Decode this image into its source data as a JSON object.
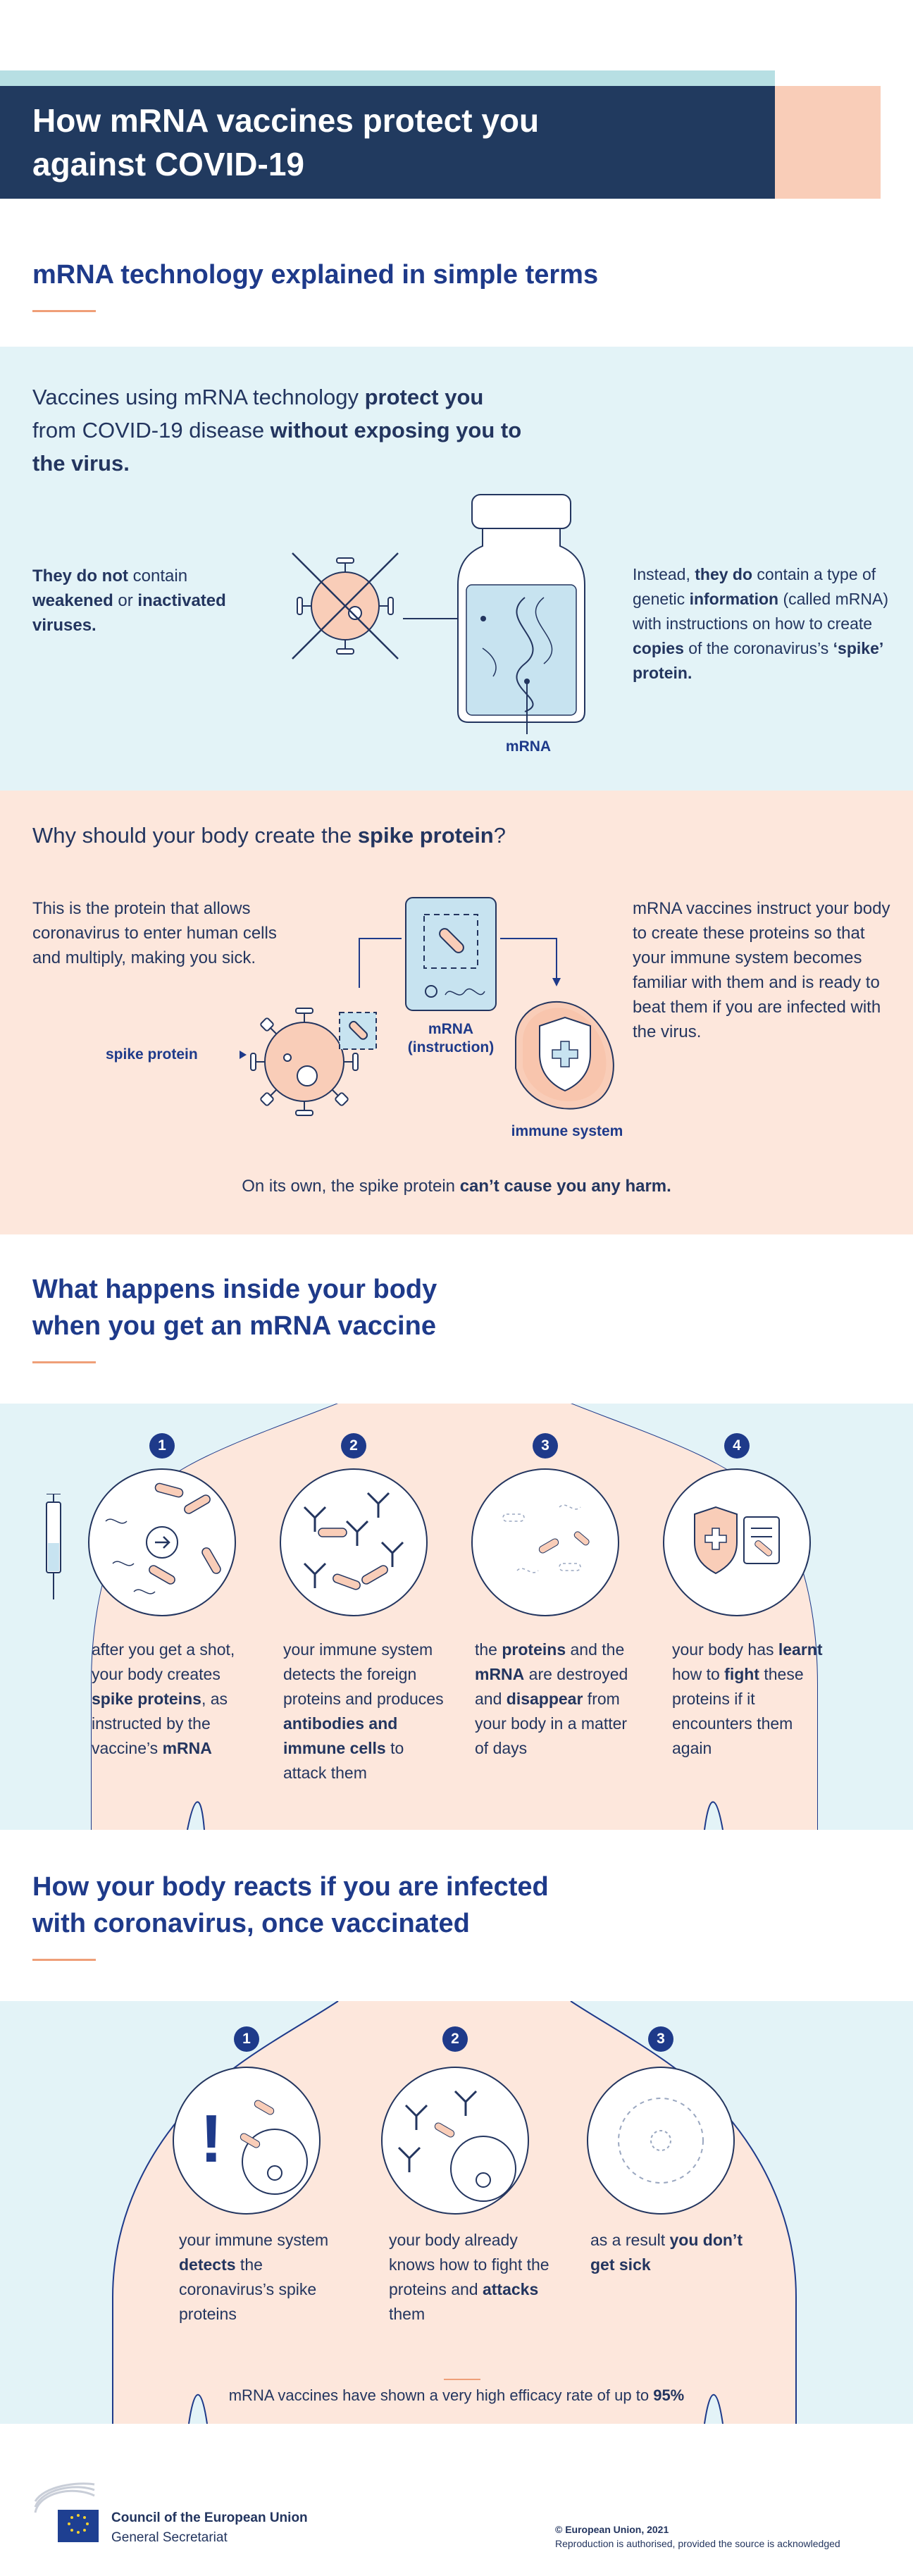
{
  "header": {
    "title_line1": "How mRNA vaccines protect you",
    "title_line2": "against COVID-19"
  },
  "section1": {
    "title": "mRNA technology explained in simple terms",
    "lead": [
      {
        "t": "Vaccines using mRNA technology ",
        "b": false
      },
      {
        "t": "protect you",
        "b": true
      },
      {
        "t": " from COVID-19 disease ",
        "b": false
      },
      {
        "t": "without exposing you to the virus.",
        "b": true
      }
    ],
    "left": [
      {
        "t": "They do not",
        "b": true
      },
      {
        "t": " contain ",
        "b": false
      },
      {
        "t": "weakened",
        "b": true
      },
      {
        "t": " or ",
        "b": false
      },
      {
        "t": "inactivated viruses.",
        "b": true
      }
    ],
    "right": [
      {
        "t": "Instead, ",
        "b": false
      },
      {
        "t": "they do",
        "b": true
      },
      {
        "t": " contain a type of genetic ",
        "b": false
      },
      {
        "t": "information",
        "b": true
      },
      {
        "t": " (called mRNA) with instructions on how to create ",
        "b": false
      },
      {
        "t": "copies",
        "b": true
      },
      {
        "t": " of the coronavirus’s ",
        "b": false
      },
      {
        "t": "‘spike’ protein.",
        "b": true
      }
    ],
    "mrna_label": "mRNA"
  },
  "section2": {
    "title_pre": "Why should your body create the ",
    "title_bold": "spike protein",
    "title_post": "?",
    "left": "This is the protein that allows coronavirus to enter human cells and multiply, making you sick.",
    "right": "mRNA vaccines instruct your body to create these proteins so that your immune system becomes familiar with them and is ready to beat them if you are infected with the virus.",
    "spike_label": "spike protein",
    "mrna_label_line1": "mRNA",
    "mrna_label_line2": "(instruction)",
    "immune_label": "immune system",
    "bottom_pre": "On its own, the spike protein ",
    "bottom_bold": "can’t cause you any harm."
  },
  "section3": {
    "title_line1": "What happens inside your body",
    "title_line2": "when you get an mRNA vaccine",
    "steps": [
      {
        "num": "1",
        "parts": [
          {
            "t": "after you get a shot, your body creates ",
            "b": false
          },
          {
            "t": "spike proteins",
            "b": true
          },
          {
            "t": ", as instructed by the vaccine’s ",
            "b": false
          },
          {
            "t": "mRNA",
            "b": true
          }
        ]
      },
      {
        "num": "2",
        "parts": [
          {
            "t": "your immune system detects the foreign proteins and produces ",
            "b": false
          },
          {
            "t": "antibodies and immune cells",
            "b": true
          },
          {
            "t": " to attack them",
            "b": false
          }
        ]
      },
      {
        "num": "3",
        "parts": [
          {
            "t": "the ",
            "b": false
          },
          {
            "t": "proteins",
            "b": true
          },
          {
            "t": " and the ",
            "b": false
          },
          {
            "t": "mRNA",
            "b": true
          },
          {
            "t": " are destroyed and ",
            "b": false
          },
          {
            "t": "disappear",
            "b": true
          },
          {
            "t": " from your body in a matter of days",
            "b": false
          }
        ]
      },
      {
        "num": "4",
        "parts": [
          {
            "t": "your body has ",
            "b": false
          },
          {
            "t": "learnt",
            "b": true
          },
          {
            "t": " how to ",
            "b": false
          },
          {
            "t": "fight",
            "b": true
          },
          {
            "t": " these proteins if it encounters them again",
            "b": false
          }
        ]
      }
    ]
  },
  "section4": {
    "title_line1": "How your body reacts if you are infected",
    "title_line2": "with coronavirus, once vaccinated",
    "steps": [
      {
        "num": "1",
        "parts": [
          {
            "t": "your immune system ",
            "b": false
          },
          {
            "t": "detects",
            "b": true
          },
          {
            "t": " the coronavirus’s spike proteins",
            "b": false
          }
        ]
      },
      {
        "num": "2",
        "parts": [
          {
            "t": "your body already knows how to fight the proteins and ",
            "b": false
          },
          {
            "t": "attacks",
            "b": true
          },
          {
            "t": " them",
            "b": false
          }
        ]
      },
      {
        "num": "3",
        "parts": [
          {
            "t": "as a result ",
            "b": false
          },
          {
            "t": "you don’t get sick",
            "b": true
          }
        ]
      }
    ],
    "efficacy_pre": "mRNA vaccines have shown a very high efficacy rate of up to ",
    "efficacy_bold": "95%"
  },
  "footer": {
    "org_line1": "Council of the European Union",
    "org_line2": "General Secretariat",
    "copyright": "© European Union, 2021",
    "reproduction": "Reproduction is authorised, provided the source is acknowledged"
  },
  "colors": {
    "navy": "#213a5f",
    "blue": "#1e3a8a",
    "teal": "#b7dfe3",
    "peach": "#f9cdb8",
    "light_blue": "#e3f3f7",
    "light_peach": "#fde7dc",
    "accent": "#ef9f78"
  }
}
